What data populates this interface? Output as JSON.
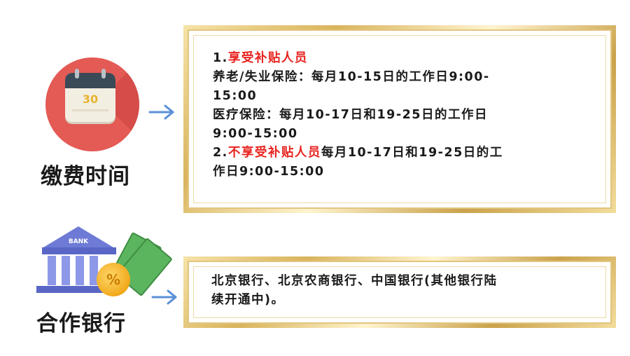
{
  "section_time": {
    "calendar_day": "30",
    "caption": "缴费时间",
    "line1_prefix": "1.",
    "line1_red": "享受补贴人员",
    "line2": "养老/失业保险：每月10-15日的工作日9:00-",
    "line3": "15:00",
    "line4": "医疗保险：每月10-17日和19-25日的工作日",
    "line5": "9:00-15:00",
    "line6_prefix": "2.",
    "line6_red": "不享受补贴人员",
    "line6_rest": "每月10-17日和19-25日的工",
    "line7": "作日9:00-15:00"
  },
  "section_bank": {
    "bank_label": "BANK",
    "coin_symbol": "%",
    "caption": "合作银行",
    "line1": "北京银行、北京农商银行、中国银行(其他银行陆",
    "line2": "续开通中)。"
  },
  "colors": {
    "accent_red": "#e8231f",
    "calendar_red": "#e45a55",
    "arrow_blue": "#5a8fd8",
    "frame_gold": "#d9b45c"
  }
}
